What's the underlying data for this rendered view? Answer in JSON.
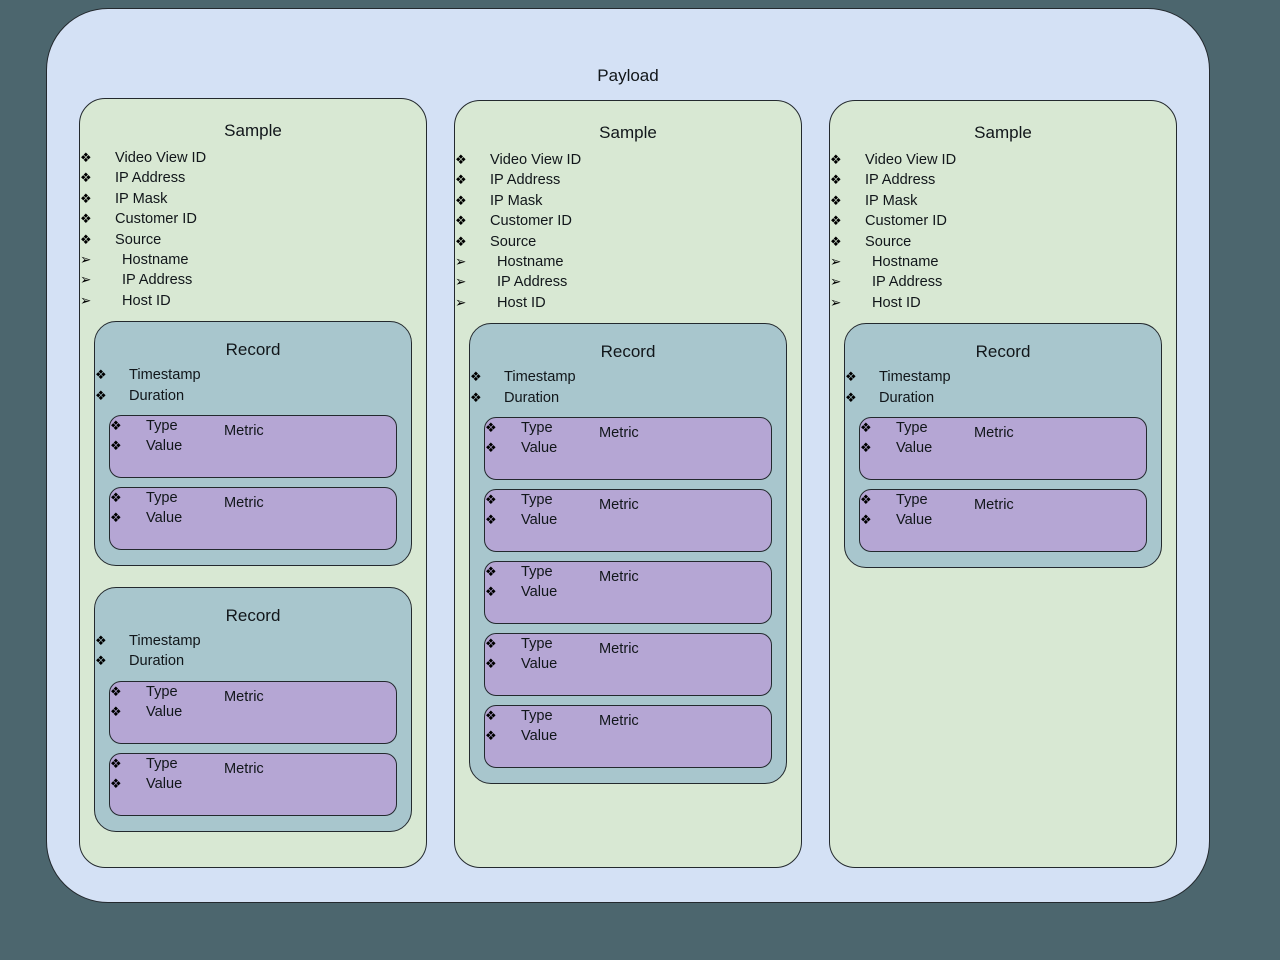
{
  "page": {
    "background_color": "#4c666e"
  },
  "payload": {
    "title": "Payload",
    "fill_color": "#d4e1f5",
    "stroke_color": "#23292e"
  },
  "glyphs": {
    "bullet": "❖",
    "sub_bullet": "➢"
  },
  "palette": {
    "sample_fill": "#d8e8d3",
    "record_fill": "#a8c6cd",
    "metric_fill": "#b5a6d4"
  },
  "labels": {
    "sample_title": "Sample",
    "record_title": "Record",
    "metric_title": "Metric",
    "sample_fields": [
      "Video View ID",
      "IP Address",
      "IP Mask",
      "Customer ID",
      "Source"
    ],
    "source_subfields": [
      "Hostname",
      "IP Address",
      "Host ID"
    ],
    "record_fields": [
      "Timestamp",
      "Duration"
    ],
    "metric_fields": [
      "Type",
      "Value"
    ]
  },
  "samples": [
    {
      "title": "Sample",
      "fields": [
        "Video View ID",
        "IP Address",
        "IP Mask",
        "Customer ID",
        "Source"
      ],
      "source_subfields": [
        "Hostname",
        "IP Address",
        "Host ID"
      ],
      "records": [
        {
          "title": "Record",
          "fields": [
            "Timestamp",
            "Duration"
          ],
          "metrics": [
            {
              "title": "Metric",
              "fields": [
                "Type",
                "Value"
              ]
            },
            {
              "title": "Metric",
              "fields": [
                "Type",
                "Value"
              ]
            }
          ]
        },
        {
          "title": "Record",
          "fields": [
            "Timestamp",
            "Duration"
          ],
          "metrics": [
            {
              "title": "Metric",
              "fields": [
                "Type",
                "Value"
              ]
            },
            {
              "title": "Metric",
              "fields": [
                "Type",
                "Value"
              ]
            }
          ]
        }
      ]
    },
    {
      "title": "Sample",
      "fields": [
        "Video View ID",
        "IP Address",
        "IP Mask",
        "Customer ID",
        "Source"
      ],
      "source_subfields": [
        "Hostname",
        "IP Address",
        "Host ID"
      ],
      "records": [
        {
          "title": "Record",
          "fields": [
            "Timestamp",
            "Duration"
          ],
          "metrics": [
            {
              "title": "Metric",
              "fields": [
                "Type",
                "Value"
              ]
            },
            {
              "title": "Metric",
              "fields": [
                "Type",
                "Value"
              ]
            },
            {
              "title": "Metric",
              "fields": [
                "Type",
                "Value"
              ]
            },
            {
              "title": "Metric",
              "fields": [
                "Type",
                "Value"
              ]
            },
            {
              "title": "Metric",
              "fields": [
                "Type",
                "Value"
              ]
            }
          ]
        }
      ]
    },
    {
      "title": "Sample",
      "fields": [
        "Video View ID",
        "IP Address",
        "IP Mask",
        "Customer ID",
        "Source"
      ],
      "source_subfields": [
        "Hostname",
        "IP Address",
        "Host ID"
      ],
      "records": [
        {
          "title": "Record",
          "fields": [
            "Timestamp",
            "Duration"
          ],
          "metrics": [
            {
              "title": "Metric",
              "fields": [
                "Type",
                "Value"
              ]
            },
            {
              "title": "Metric",
              "fields": [
                "Type",
                "Value"
              ]
            }
          ]
        }
      ]
    }
  ]
}
